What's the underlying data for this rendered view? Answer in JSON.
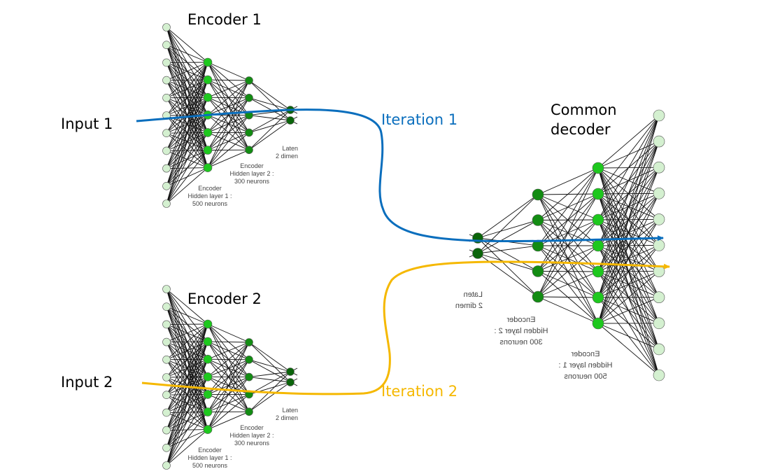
{
  "labels": {
    "encoder1_title": "Encoder 1",
    "encoder2_title": "Encoder 2",
    "decoder_title_line1": "Common",
    "decoder_title_line2": "decoder",
    "input1": "Input 1",
    "input2": "Input 2",
    "iteration1": "Iteration 1",
    "iteration2": "Iteration 2"
  },
  "layer_captions": {
    "hidden1": [
      "Encoder",
      "Hidden layer 1 :",
      "500 neurons"
    ],
    "hidden2": [
      "Encoder",
      "Hidden layer 2 :",
      "300 neurons"
    ],
    "latent": [
      "Laten",
      "2 dimen"
    ]
  },
  "network": {
    "layer_sizes": [
      11,
      7,
      5,
      2
    ],
    "decoder_layer_sizes": [
      2,
      5,
      7,
      11
    ],
    "decoder_mirrored": true
  },
  "colors": {
    "input_node": "#d4f0d0",
    "hidden1_node": "#1ec81e",
    "hidden2_node": "#138c13",
    "latent_node": "#0a640a",
    "iteration1": "#0a6ebd",
    "iteration2": "#f5b800"
  }
}
